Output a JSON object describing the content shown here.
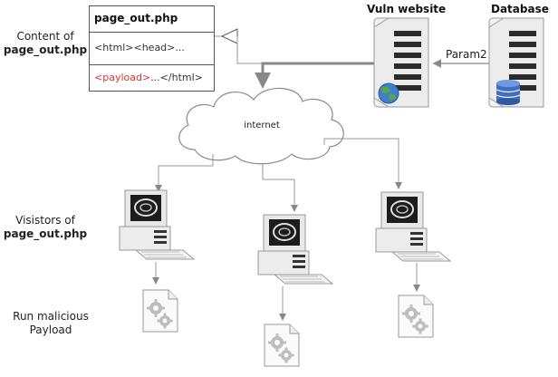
{
  "labels": {
    "content_of": "Content of",
    "content_file": "page_out.php",
    "visitors_of": "Visistors of",
    "visitors_file": "page_out.php",
    "run_line1": "Run malicious",
    "run_line2": "Payload"
  },
  "page_box": {
    "title": "page_out.php",
    "line1": "<html><head>...",
    "payload": "<payload>",
    "line2_rest": "...</html>"
  },
  "servers": {
    "vuln": "Vuln website",
    "db": "Database",
    "param": "Param2"
  },
  "cloud": {
    "label": "internet"
  },
  "colors": {
    "payload": "#dd3333",
    "arrow": "#888888",
    "server_shell": "#e6e6e6"
  },
  "icons": [
    "server-icon",
    "globe-icon",
    "database-icon",
    "computer-icon",
    "gear-file-icon",
    "internet-cloud-icon"
  ]
}
